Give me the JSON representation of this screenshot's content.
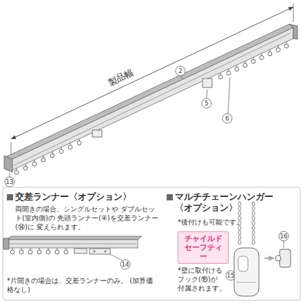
{
  "diagram": {
    "nodes": [
      {
        "text": [
          "交差ランナー〈オプション〉",
          "両開きの場合、シングルセットや ダブルセット(室内側)の 先頭ランナー(④)を交差ランナー(⑭)に 変えられます。",
          "*片開きの場合は、交差ランナーのみ。 (加算価格なし)"
        ]
      },
      {
        "text": [
          "マルチチェーンハンガー 〈オプション〉",
          "*後付けも可能です。",
          "*壁に取付ける フック(⑯)が 付属されます。"
        ]
      },
      {
        "text": [
          "チャイルド セーフティー"
        ],
        "in": 1
      }
    ],
    "labels": [
      "製品幅",
      "2",
      "5",
      "6",
      "13",
      "14",
      "15",
      "16"
    ]
  }
}
